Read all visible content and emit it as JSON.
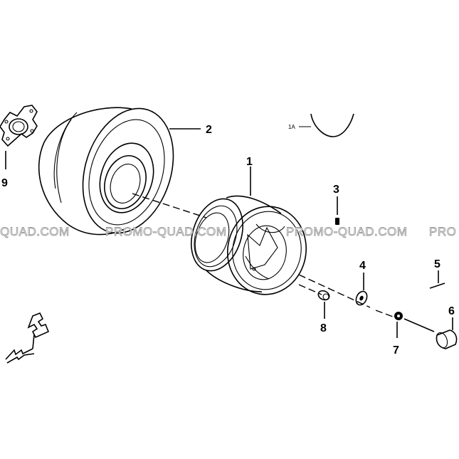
{
  "diagram": {
    "callouts": {
      "c1": "1",
      "c2": "2",
      "c3": "3",
      "c4": "4",
      "c5": "5",
      "c6": "6",
      "c7": "7",
      "c8": "8",
      "c9": "9",
      "c1a": "1A"
    },
    "watermark": {
      "w1": "-QUAD.COM",
      "w2": "PROMO-QUAD.COM",
      "w3": "PROMO-QUAD.COM",
      "w4": "PRO"
    }
  }
}
